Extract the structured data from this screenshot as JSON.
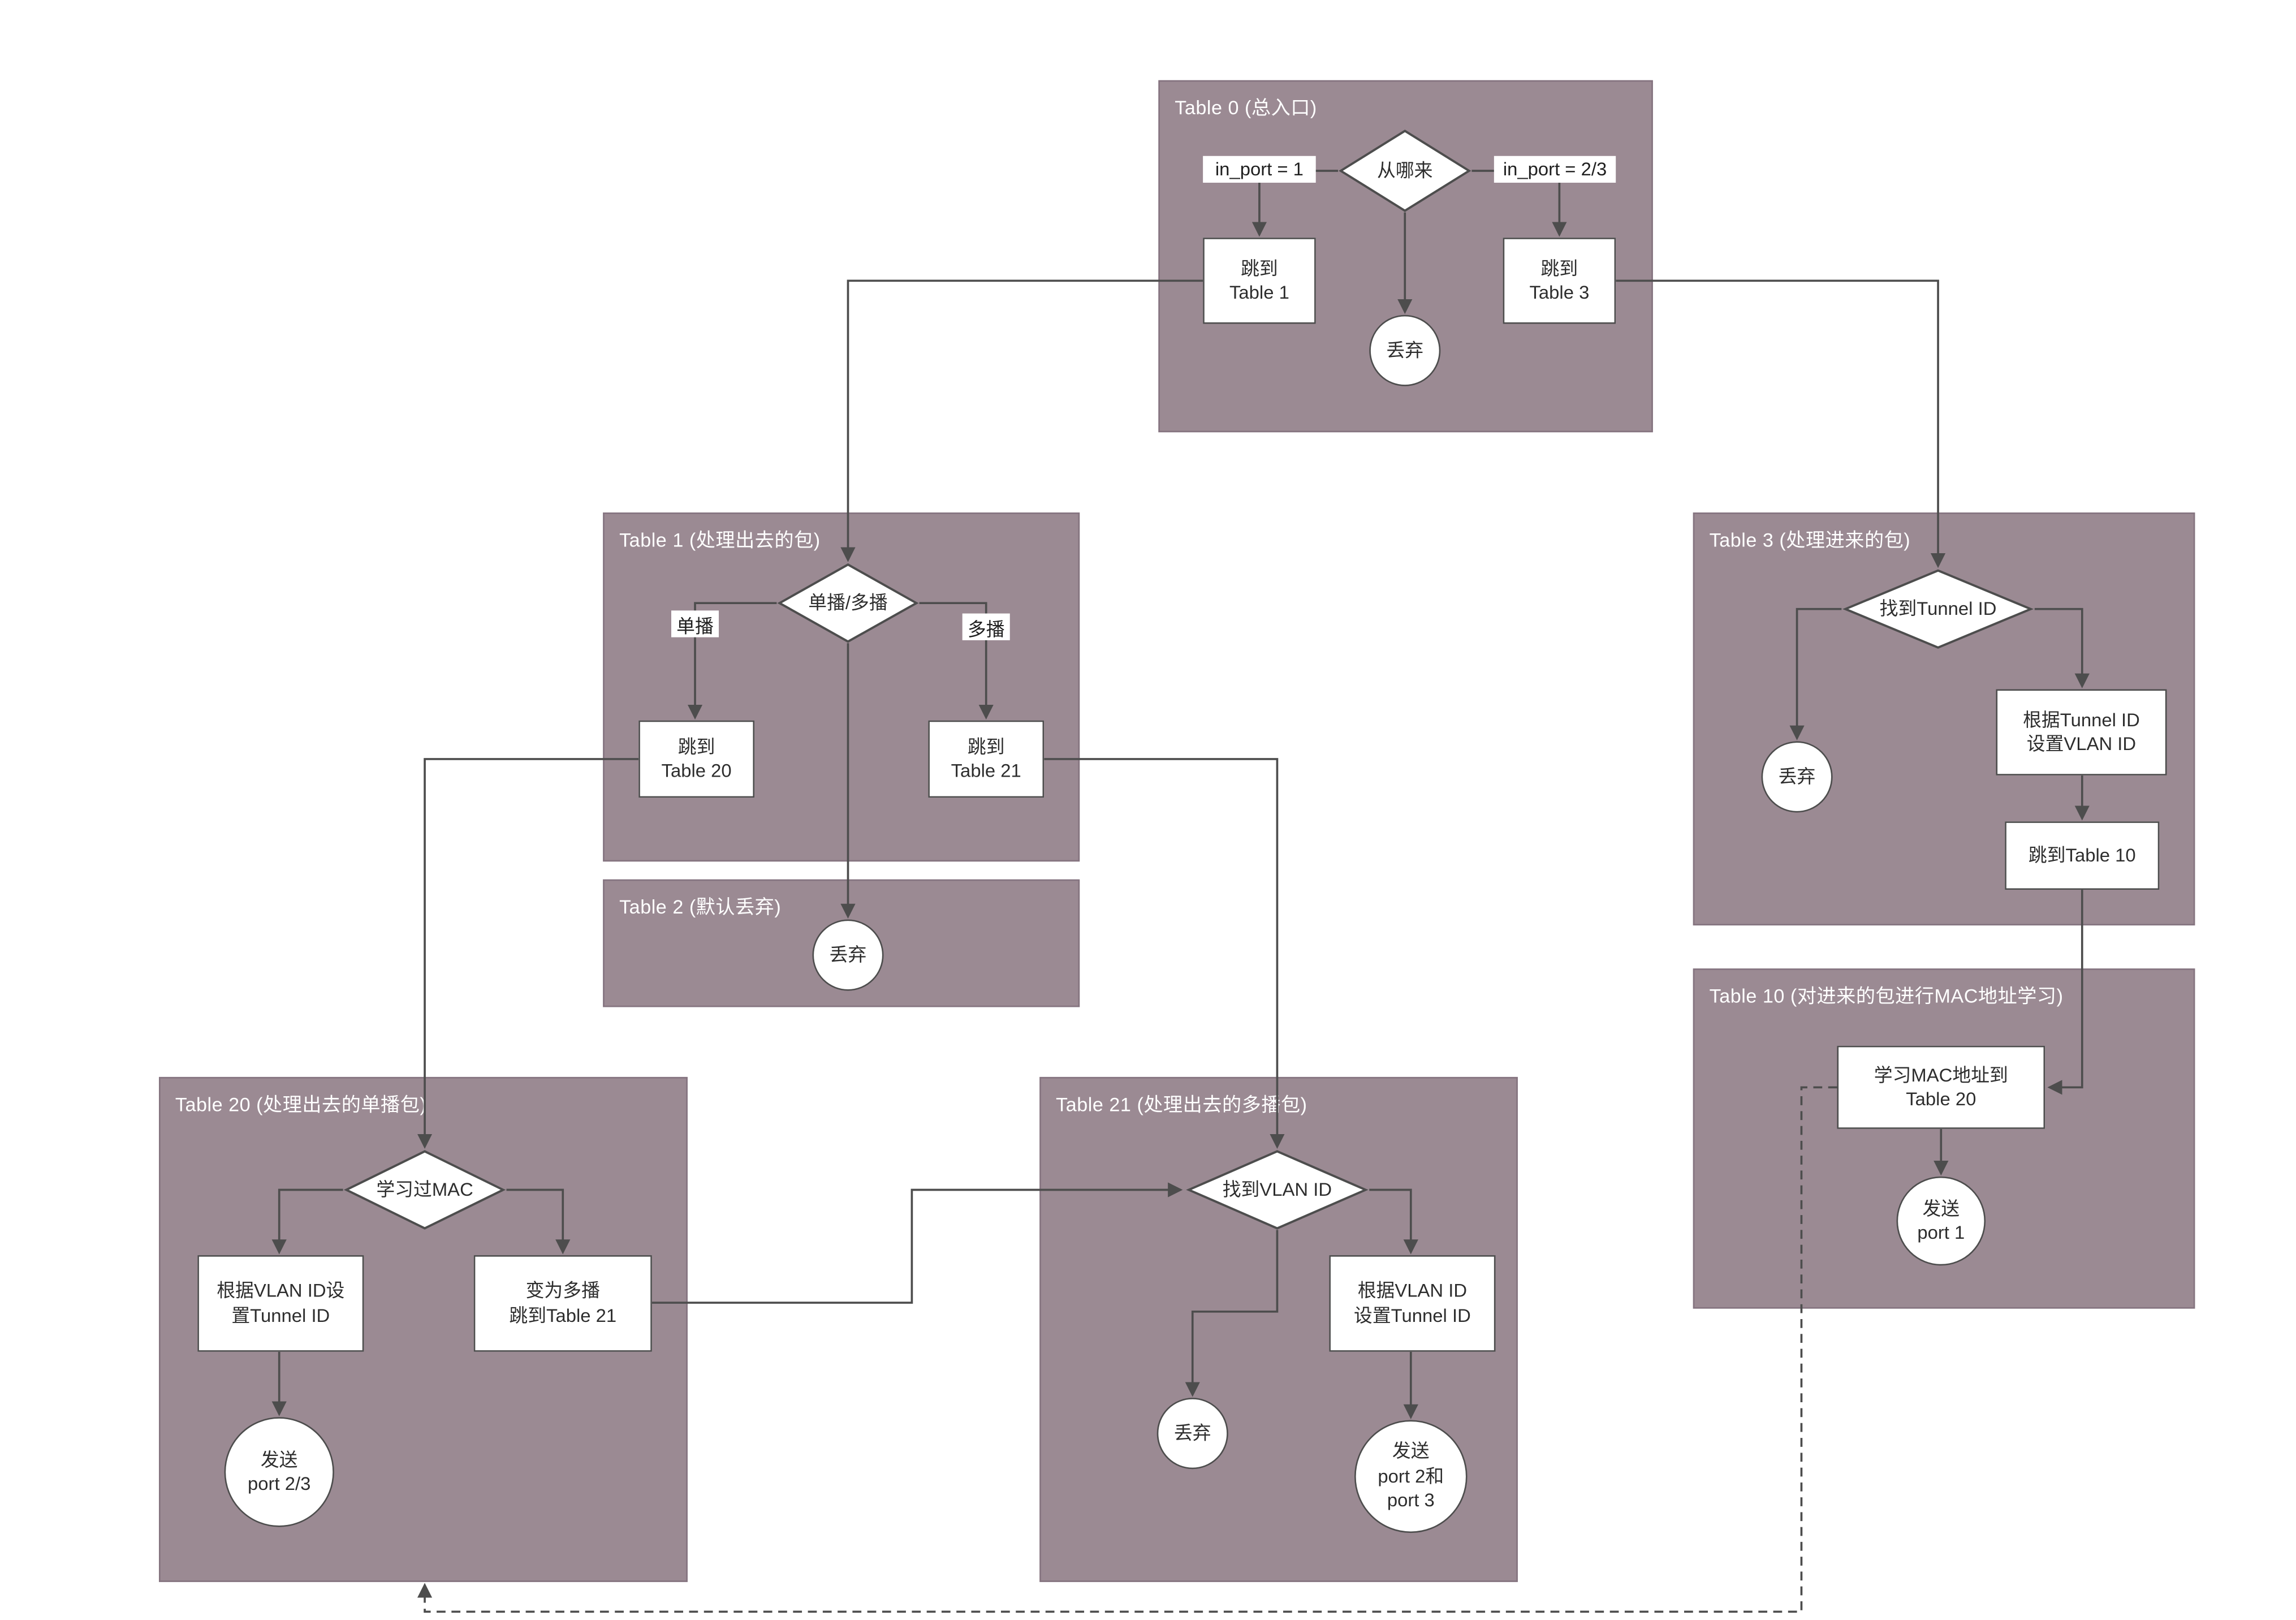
{
  "t0": {
    "title": "Table 0 (总入口)",
    "diamond": "从哪来",
    "label_left": "in_port = 1",
    "label_right": "in_port = 2/3",
    "box_left": "跳到\nTable 1",
    "box_right": "跳到\nTable 3",
    "drop": "丢弃"
  },
  "t1": {
    "title": "Table 1 (处理出去的包)",
    "diamond": "单播/多播",
    "label_left": "单播",
    "label_right": "多播",
    "box_left": "跳到\nTable 20",
    "box_right": "跳到\nTable 21"
  },
  "t2": {
    "title": "Table 2 (默认丢弃)",
    "drop": "丢弃"
  },
  "t3": {
    "title": "Table 3 (处理进来的包)",
    "diamond": "找到Tunnel ID",
    "drop": "丢弃",
    "box_set_vlan": "根据Tunnel ID\n设置VLAN ID",
    "box_goto10": "跳到Table 10"
  },
  "t10": {
    "title": "Table 10 (对进来的包进行MAC地址学习)",
    "box_learn": "学习MAC地址到\nTable 20",
    "send": "发送\nport 1"
  },
  "t20": {
    "title": "Table 20 (处理出去的单播包)",
    "diamond": "学习过MAC",
    "box_set_tunnel": "根据VLAN ID设\n置Tunnel ID",
    "box_to_multicast": "变为多播\n跳到Table 21",
    "send": "发送\nport 2/3"
  },
  "t21": {
    "title": "Table 21 (处理出去的多播包)",
    "diamond": "找到VLAN ID",
    "drop": "丢弃",
    "box_set_tunnel": "根据VLAN ID\n设置Tunnel ID",
    "send": "发送\nport 2和\nport 3"
  },
  "colors": {
    "block_fill": "#9b8a93",
    "line": "#4d4d4d",
    "node_border": "#4d4d4d",
    "title_text": "#ffffff"
  }
}
